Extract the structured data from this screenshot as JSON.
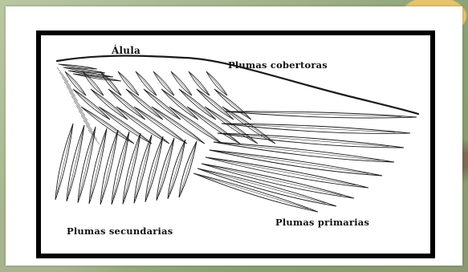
{
  "diagram": {
    "labels": {
      "alula": "Álula",
      "coverts": "Plumas cobertoras",
      "secondaries": "Plumas secundarias",
      "primaries": "Plumas primarias"
    },
    "illustration": "bird-wing-feather-drawing",
    "colors": {
      "frame": "#000000",
      "ink": "#111111",
      "card": "#ffffff"
    }
  }
}
